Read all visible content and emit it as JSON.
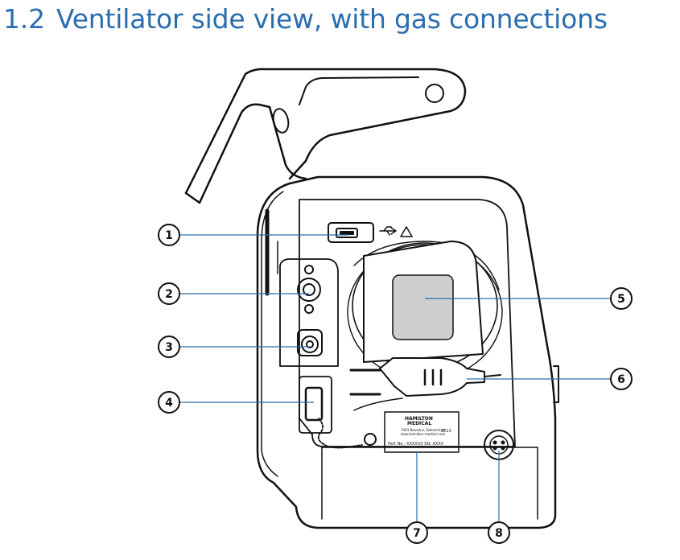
{
  "heading": {
    "number": "1.2",
    "text": "Ventilator side view, with gas connections"
  },
  "callouts": [
    "1",
    "2",
    "3",
    "4",
    "5",
    "6",
    "7",
    "8"
  ],
  "device_label": {
    "brand_line1": "HAMILTON",
    "brand_line2": "MEDICAL",
    "address": "7403 Bonaduz, Switzerland",
    "website": "www.hamilton-medical.com",
    "year": "2013",
    "part_line": "Part No.: XXXXXX   SN: XXXX"
  },
  "colors": {
    "heading": "#2a6db0",
    "callout_line": "#2a6db0",
    "drawing": "#111111"
  }
}
